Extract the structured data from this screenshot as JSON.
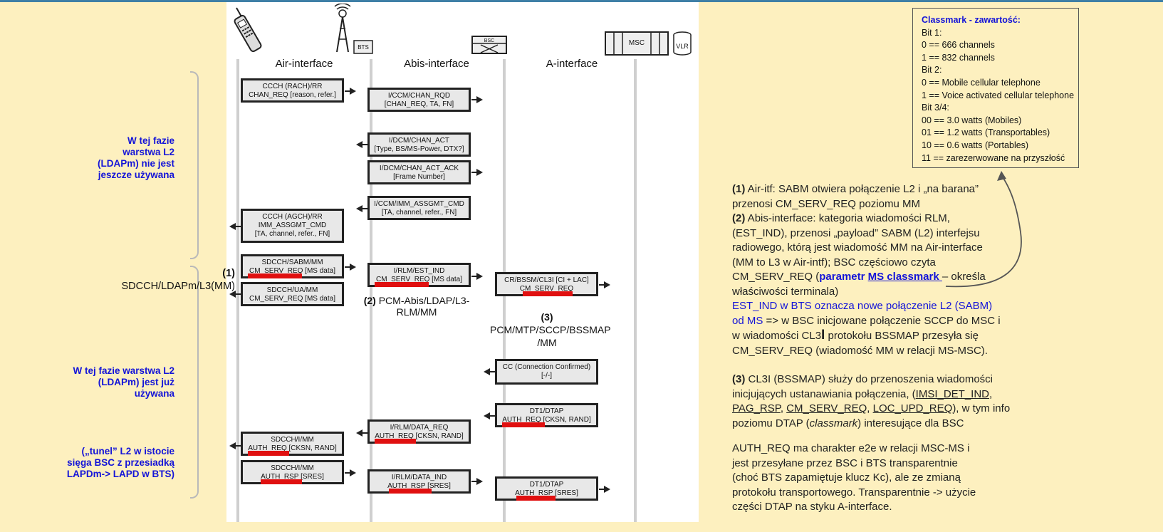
{
  "lanes": {
    "air": "Air-interface",
    "abis": "Abis-interface",
    "a": "A-interface"
  },
  "icons": {
    "phone": "mobile-phone-icon",
    "tower": "antenna-tower-icon",
    "bts": "BTS",
    "bsc": "BSC",
    "msc": "MSC",
    "vlr": "VLR"
  },
  "messages": {
    "m1": {
      "l1": "CCCH (RACH)/RR",
      "l2": "CHAN_REQ [reason, refer.]"
    },
    "m2": {
      "l1": "I/CCM/CHAN_RQD",
      "l2": "[CHAN_REQ, TA, FN]"
    },
    "m3": {
      "l1": "I/DCM/CHAN_ACT",
      "l2": "[Type, BS/MS-Power, DTX?]"
    },
    "m4": {
      "l1": "I/DCM/CHAN_ACT_ACK",
      "l2": "[Frame Number]"
    },
    "m5": {
      "l1": "I/CCM/IMM_ASSGMT_CMD",
      "l2": "[TA, channel, refer., FN]"
    },
    "m6": {
      "l1": "CCCH (AGCH)/RR",
      "l2": "IMM_ASSGMT_CMD",
      "l3": "[TA, channel, refer., FN]"
    },
    "m7": {
      "l1": "SDCCH/SABM/MM",
      "l2": "CM_SERV_REQ [MS data]"
    },
    "m8": {
      "l1": "I/RLM/EST_IND",
      "l2": "CM_SERV_REQ [MS data]"
    },
    "m9": {
      "l1": "CR/BSSM/CL3I [CI + LAC]",
      "l2": "CM_SERV_REQ"
    },
    "m10": {
      "l1": "SDCCH/UA/MM",
      "l2": "CM_SERV_REQ [MS data]"
    },
    "m11": {
      "l1": "CC (Connection Confirmed)",
      "l2": "[-/-]"
    },
    "m12": {
      "l1": "DT1/DTAP",
      "l2": "AUTH_REQ [CKSN, RAND]"
    },
    "m13": {
      "l1": "I/RLM/DATA_REQ",
      "l2": "AUTH_REQ [CKSN, RAND]"
    },
    "m14": {
      "l1": "SDCCH/I/MM",
      "l2": "AUTH_REQ [CKSN, RAND]"
    },
    "m15": {
      "l1": "SDCCH/I/MM",
      "l2": "AUTH_RSP [SRES]"
    },
    "m16": {
      "l1": "I/RLM/DATA_IND",
      "l2": "AUTH_RSP [SRES]"
    },
    "m17": {
      "l1": "DT1/DTAP",
      "l2": "AUTH_RSP [SRES]"
    }
  },
  "iface_labels": {
    "abis_num": "(2)",
    "abis_text1": "PCM-Abis/LDAP/L3-",
    "abis_text2": "RLM/MM",
    "a_num": "(3)",
    "a_text1": "PCM/MTP/SCCP/BSSMAP",
    "a_text2": "/MM"
  },
  "left_notes": {
    "phase1": [
      "W tej fazie",
      "warstwa L2",
      "(LDAPm) nie jest",
      "jeszcze używana"
    ],
    "phase2": [
      "W tej fazie warstwa L2",
      "(LDAPm) jest już",
      "używana"
    ],
    "tunnel": [
      "(„tunel” L2 w istocie",
      "sięga BSC z przesiadką",
      "LAPDm-> LAPD w BTS)"
    ],
    "sdcch_num": "(1)",
    "sdcch": "SDCCH/LDAPm/L3(MM)"
  },
  "classmark": {
    "title": "Classmark - zawartość:",
    "lines": [
      "Bit 1:",
      "0 == 666 channels",
      "1 == 832 channels",
      "Bit 2:",
      "0 == Mobile cellular telephone",
      "1 == Voice activated cellular telephone",
      "Bit 3/4:",
      "00 == 3.0 watts (Mobiles)",
      "01 == 1.2 watts (Transportables)",
      "10 == 0.6 watts (Portables)",
      "11 == zarezerwowane na przyszłość"
    ]
  },
  "explain": {
    "p1_num": "(1)",
    "p1_a": " Air-itf: SABM otwiera połączenie L2 i „na barana”",
    "p1_b": "przenosi CM_SERV_REQ poziomu MM",
    "p2_num": "(2)",
    "p2_a": " Abis-interface: kategoria wiadomości RLM,",
    "p2_b": "(EST_IND), przenosi „payload” SABM (L2) interfejsu",
    "p2_c": "radiowego, którą jest wiadomość MM na Air-interface",
    "p2_d": "(MM to L3 w Air-intf); BSC częściowo czyta",
    "p2_e": "CM_SERV_REQ (",
    "p2_e_bold": "parametr ",
    "p2_e_ul": "MS classmark ",
    "p2_e_tail": "– określa",
    "p2_f": "właściwości terminala)",
    "p2_g": "EST_IND w BTS oznacza nowe połączenie L2 (SABM)",
    "p2_h1": "od MS",
    "p2_h2": " => w BSC inicjowane połączenie SCCP do MSC i",
    "p2_i1": "w wiadomości CL3",
    "p2_i_big": "I",
    "p2_i2": " protokołu BSSMAP przesyła się",
    "p2_j": "CM_SERV_REQ (wiadomość MM w relacji MS-MSC).",
    "p3_num": "(3)",
    "p3_a": " CL3I (BSSMAP) służy do przenoszenia wiadomości",
    "p3_b": "inicjujących ustanawiania połączenia,  (",
    "p3_b_u": "IMSI_DET_IND",
    "p3_b_t": ",",
    "p3_c_u1": "PAG_RSP",
    "p3_c_s1": ", ",
    "p3_c_u2": "CM_SERV_REQ",
    "p3_c_s2": ", ",
    "p3_c_u3": "LOC_UPD_REQ",
    "p3_c_t": "), w tym info",
    "p3_d1": "poziomu DTAP (",
    "p3_d_i": "classmark",
    "p3_d2": ") interesujące dla BSC",
    "p4_a": "AUTH_REQ ma charakter e2e w relacji MSC-MS i",
    "p4_b": "jest przesyłane przez BSC i BTS transparentnie",
    "p4_c": "(choć BTS zapamiętuje klucz Kc), ale ze zmianą",
    "p4_d": "protokołu transportowego. Transparentnie -> użycie",
    "p4_e": "części DTAP na styku A-interface."
  },
  "colors": {
    "background": "#fdf0bf",
    "highlight": "#e01010",
    "note_blue": "#1414d8"
  }
}
